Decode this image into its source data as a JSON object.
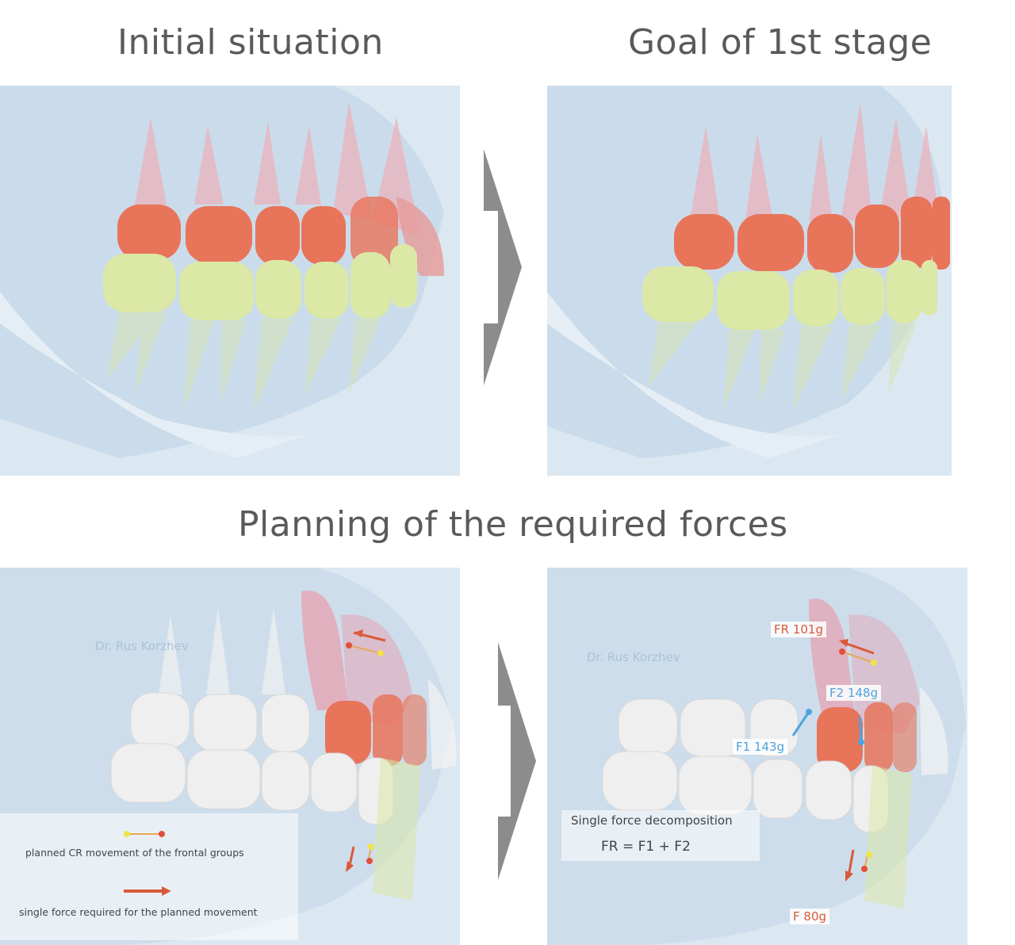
{
  "titles": {
    "initial": "Initial situation",
    "goal": "Goal of 1st stage",
    "planning": "Planning of the required forces"
  },
  "watermark": "Dr. Rus Korzhev",
  "legend": {
    "cr_movement": "planned CR movement of the frontal groups",
    "single_force": "single force required for the planned movement"
  },
  "decomposition": {
    "heading": "Single force decomposition",
    "formula": "FR = F1 + F2"
  },
  "forces": {
    "fr": "FR 101g",
    "f2": "F2  148g",
    "f1": "F1  143g",
    "f": "F 80g"
  },
  "colors": {
    "upper_teeth": "#e8745a",
    "lower_teeth": "#dbe8a6",
    "bone": "#cfe0ee",
    "force_red": "#d95a3a",
    "force_blue": "#4ea3dd",
    "neutral_teeth": "#efefef"
  }
}
